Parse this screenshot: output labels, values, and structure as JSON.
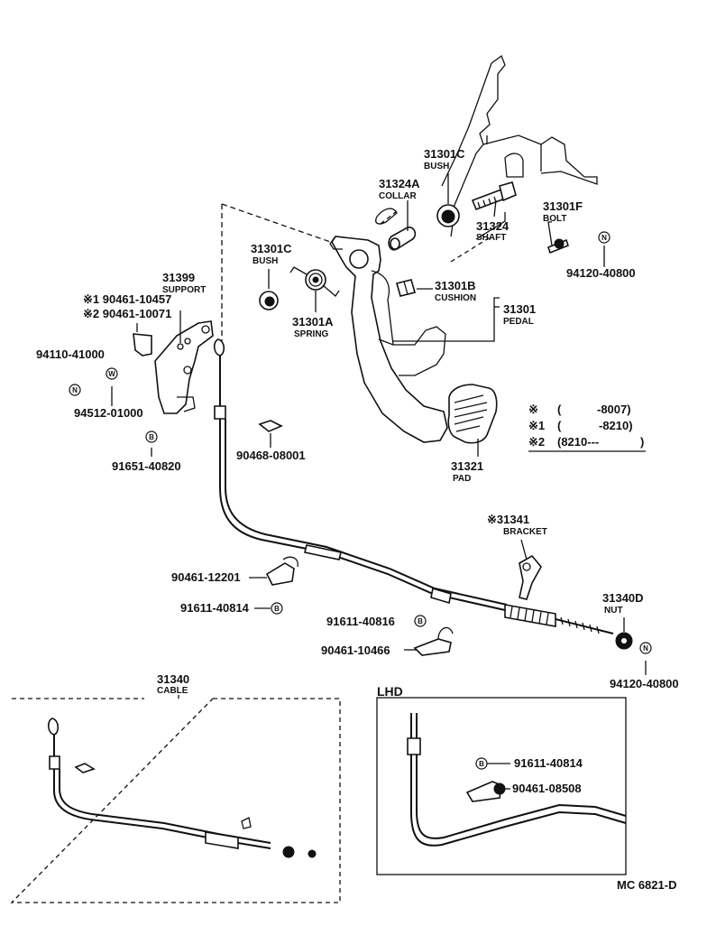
{
  "parts": [
    {
      "id": "p1",
      "number": "31301C",
      "name": "BUSH"
    },
    {
      "id": "p2",
      "number": "31324A",
      "name": "COLLAR"
    },
    {
      "id": "p3",
      "number": "31324",
      "name": "SHAFT"
    },
    {
      "id": "p4",
      "number": "31301F",
      "name": "BOLT"
    },
    {
      "id": "p5",
      "number": "94120-40800",
      "name": ""
    },
    {
      "id": "p6",
      "number": "31301C",
      "name": "BUSH"
    },
    {
      "id": "p7",
      "number": "31301A",
      "name": "SPRING"
    },
    {
      "id": "p8",
      "number": "31301B",
      "name": "CUSHION"
    },
    {
      "id": "p9",
      "number": "31301",
      "name": "PEDAL"
    },
    {
      "id": "p10",
      "number": "31399",
      "name": "SUPPORT"
    },
    {
      "id": "p11",
      "number": "※1 90461-10457",
      "name": ""
    },
    {
      "id": "p12",
      "number": "※2 90461-10071",
      "name": ""
    },
    {
      "id": "p13",
      "number": "94110-41000",
      "name": ""
    },
    {
      "id": "p14",
      "number": "94512-01000",
      "name": ""
    },
    {
      "id": "p15",
      "number": "91651-40820",
      "name": ""
    },
    {
      "id": "p16",
      "number": "90468-08001",
      "name": ""
    },
    {
      "id": "p17",
      "number": "31321",
      "name": "PAD"
    },
    {
      "id": "p18",
      "number": "※31341",
      "name": "BRACKET"
    },
    {
      "id": "p19",
      "number": "90461-12201",
      "name": ""
    },
    {
      "id": "p20",
      "number": "91611-40814",
      "name": ""
    },
    {
      "id": "p21",
      "number": "91611-40816",
      "name": ""
    },
    {
      "id": "p22",
      "number": "90461-10466",
      "name": ""
    },
    {
      "id": "p23",
      "number": "31340D",
      "name": "NUT"
    },
    {
      "id": "p24",
      "number": "94120-40800",
      "name": ""
    },
    {
      "id": "p25",
      "number": "31340",
      "name": "CABLE"
    },
    {
      "id": "p26",
      "number": "91611-40814",
      "name": ""
    },
    {
      "id": "p27",
      "number": "90461-08508",
      "name": ""
    }
  ],
  "legend": [
    {
      "mark": "※",
      "paren_open": "(",
      "value": "-8007)"
    },
    {
      "mark": "※1",
      "paren_open": "(",
      "value": "-8210)"
    },
    {
      "mark": "※2",
      "paren_open": "(8210---",
      "value": ")"
    }
  ],
  "inset_lhd_label": "LHD",
  "footer_code": "MC  6821-D",
  "markers": {
    "n": "N",
    "w": "W",
    "b": "B"
  }
}
